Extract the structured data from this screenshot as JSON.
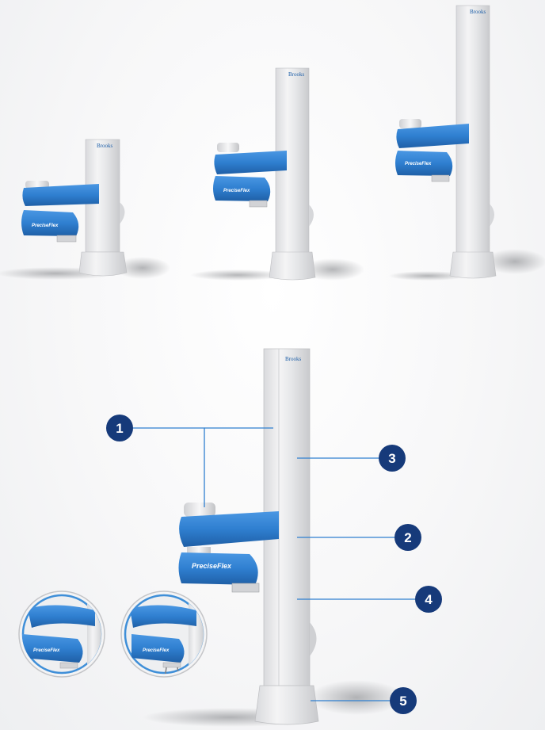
{
  "brand_logo": "Brooks",
  "product_name": "PreciseFlex",
  "colors": {
    "arm_blue": "#2f7fd0",
    "arm_blue_dark": "#1f5fa6",
    "column_gray": "#e6e7e9",
    "callout_navy": "#163a7a",
    "callout_line": "#2f7fd0",
    "inset_ring": "#3f8fd8"
  },
  "callouts": [
    {
      "number": "1"
    },
    {
      "number": "2"
    },
    {
      "number": "3"
    },
    {
      "number": "4"
    },
    {
      "number": "5"
    }
  ],
  "variants": [
    "short-column",
    "medium-column",
    "tall-column"
  ],
  "insets": [
    "standard-gripper-detail",
    "alternate-gripper-detail"
  ]
}
